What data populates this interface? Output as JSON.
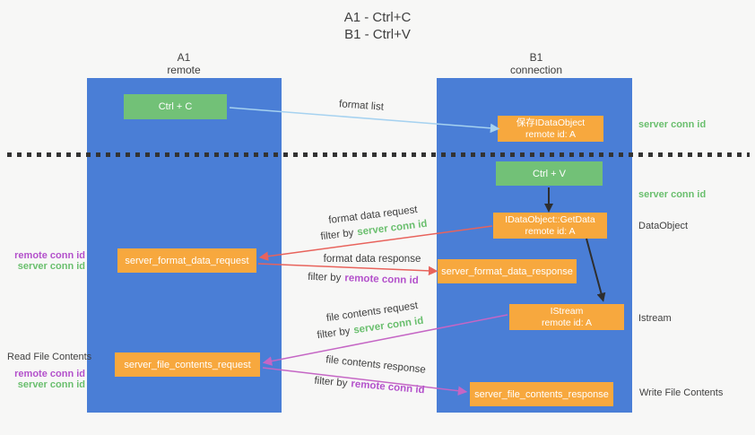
{
  "title": {
    "line1": "A1 - Ctrl+C",
    "line2": "B1 - Ctrl+V"
  },
  "columns": {
    "left": {
      "name": "A1",
      "subtitle": "remote"
    },
    "right": {
      "name": "B1",
      "subtitle": "connection"
    }
  },
  "boxes": {
    "ctrl_c": {
      "label": "Ctrl + C"
    },
    "save_idataobject": {
      "line1": "保存IDataObject",
      "line2": "remote id: A"
    },
    "ctrl_v": {
      "label": "Ctrl + V"
    },
    "idataobject_getdata": {
      "line1": "IDataObject::GetData",
      "line2": "remote id: A"
    },
    "server_format_data_request": {
      "label": "server_format_data_request"
    },
    "server_format_data_response": {
      "label": "server_format_data_response"
    },
    "istream": {
      "line1": "IStream",
      "line2": "remote id: A"
    },
    "server_file_contents_request": {
      "label": "server_file_contents_request"
    },
    "server_file_contents_response": {
      "label": "server_file_contents_response"
    }
  },
  "arrow_labels": {
    "format_list": "format list",
    "format_data_request": "format data request",
    "format_data_response": "format data response",
    "file_contents_request": "file contents request",
    "file_contents_response": "file contents response",
    "filter_by": "filter by",
    "server_conn_id": "server conn id",
    "remote_conn_id": "remote conn id"
  },
  "side_labels": {
    "right_server_conn_id_top": "server conn id",
    "right_server_conn_id_mid": "server conn id",
    "dataobject": "DataObject",
    "istream": "Istream",
    "write_file_contents": "Write File Contents",
    "read_file_contents": "Read File Contents",
    "left_remote_conn_id_top": "remote conn id",
    "left_server_conn_id_top": "server conn id",
    "left_remote_conn_id_bottom": "remote conn id",
    "left_server_conn_id_bottom": "server conn id"
  },
  "colors": {
    "column_blue": "#4a7ed6",
    "box_green": "#72c177",
    "box_orange": "#f7a83e",
    "arrow_red": "#e8635c",
    "arrow_magenta": "#c566c5",
    "arrow_lightblue": "#a6d2f0",
    "arrow_black": "#2e2e2e",
    "text_green": "#6abf6e",
    "text_purple": "#b351cb",
    "text_dark": "#3f3f3f",
    "background": "#f7f7f6"
  }
}
